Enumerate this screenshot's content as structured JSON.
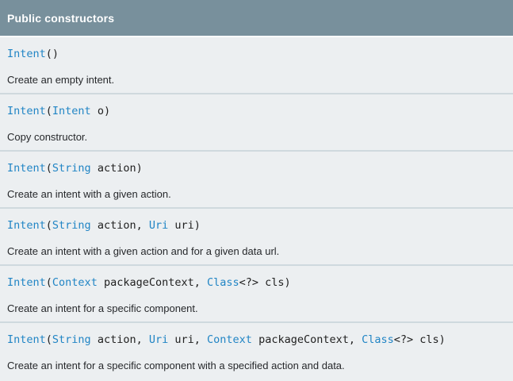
{
  "colors": {
    "header_bg": "#78909c",
    "header_text": "#ffffff",
    "row_bg": "#eceff1",
    "divider": "#cfd9de",
    "link": "#2185c5",
    "code_text": "#212121",
    "description_text": "#26282b"
  },
  "table": {
    "header": "Public constructors",
    "rows": [
      {
        "signature": [
          {
            "text": "Intent",
            "link": true
          },
          {
            "text": "()",
            "link": false
          }
        ],
        "description": "Create an empty intent."
      },
      {
        "signature": [
          {
            "text": "Intent",
            "link": true
          },
          {
            "text": "(",
            "link": false
          },
          {
            "text": "Intent",
            "link": true
          },
          {
            "text": " o)",
            "link": false
          }
        ],
        "description": "Copy constructor."
      },
      {
        "signature": [
          {
            "text": "Intent",
            "link": true
          },
          {
            "text": "(",
            "link": false
          },
          {
            "text": "String",
            "link": true
          },
          {
            "text": " action)",
            "link": false
          }
        ],
        "description": "Create an intent with a given action."
      },
      {
        "signature": [
          {
            "text": "Intent",
            "link": true
          },
          {
            "text": "(",
            "link": false
          },
          {
            "text": "String",
            "link": true
          },
          {
            "text": " action, ",
            "link": false
          },
          {
            "text": "Uri",
            "link": true
          },
          {
            "text": " uri)",
            "link": false
          }
        ],
        "description": "Create an intent with a given action and for a given data url."
      },
      {
        "signature": [
          {
            "text": "Intent",
            "link": true
          },
          {
            "text": "(",
            "link": false
          },
          {
            "text": "Context",
            "link": true
          },
          {
            "text": " packageContext, ",
            "link": false
          },
          {
            "text": "Class",
            "link": true
          },
          {
            "text": "<?> cls)",
            "link": false
          }
        ],
        "description": "Create an intent for a specific component."
      },
      {
        "signature": [
          {
            "text": "Intent",
            "link": true
          },
          {
            "text": "(",
            "link": false
          },
          {
            "text": "String",
            "link": true
          },
          {
            "text": " action, ",
            "link": false
          },
          {
            "text": "Uri",
            "link": true
          },
          {
            "text": " uri, ",
            "link": false
          },
          {
            "text": "Context",
            "link": true
          },
          {
            "text": " packageContext, ",
            "link": false
          },
          {
            "text": "Class",
            "link": true
          },
          {
            "text": "<?> cls)",
            "link": false
          }
        ],
        "description": "Create an intent for a specific component with a specified action and data."
      }
    ]
  }
}
